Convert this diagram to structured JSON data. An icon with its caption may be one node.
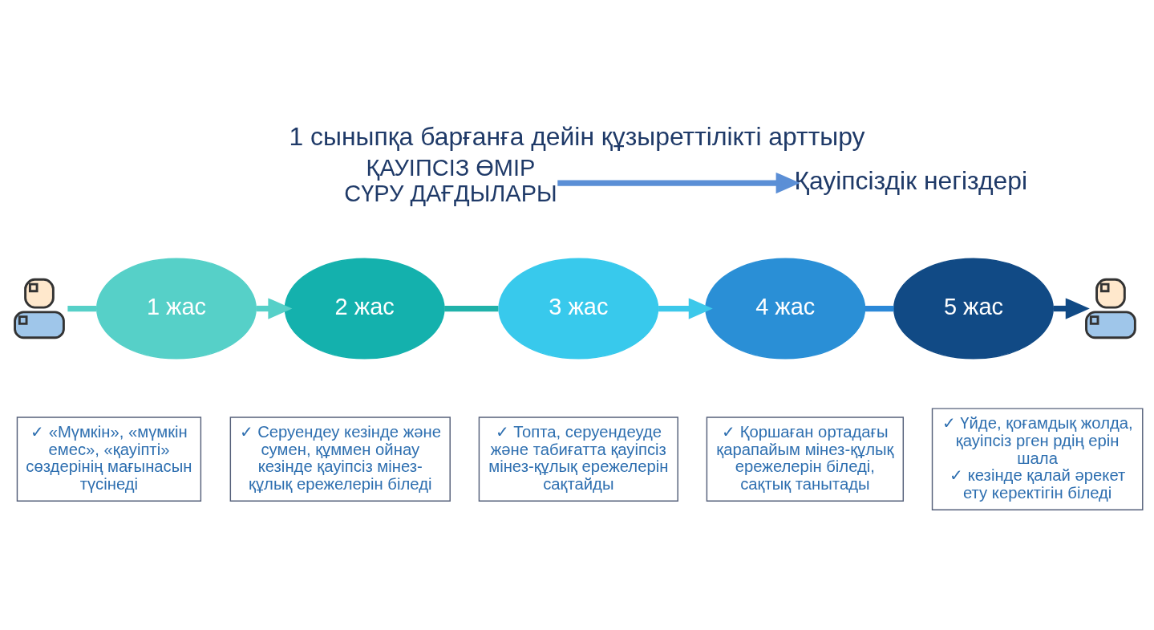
{
  "diagram": {
    "title": "1 сыныпқа барғанға дейін құзыреттілікті арттыру",
    "nodes": [
      {
        "text": [
          "ҚАУІПСІЗ ӨМІР СҮРУ ДАҒДЫЛАРЫ"
        ]
      },
      {
        "text": [
          "Қауіпсіздік негіздері"
        ]
      },
      {
        "text": [],
        "shape": "person"
      },
      {
        "text": [
          "1 жас"
        ]
      },
      {
        "text": [
          "2 жас"
        ]
      },
      {
        "text": [
          "3 жас"
        ]
      },
      {
        "text": [
          "4 жас"
        ]
      },
      {
        "text": [
          "5 жас"
        ]
      },
      {
        "text": [],
        "shape": "person"
      },
      {
        "text": [
          "✓ «Мүмкін», «мүмкін емес», «қауіпті» сөздерінің мағынасын түсінеді"
        ]
      },
      {
        "text": [
          "✓ Серуендеу кезінде және сумен, құммен ойнау кезінде қауіпсіз мінез-құлық ережелерін біледі"
        ]
      },
      {
        "text": [
          "✓ Топта, серуендеуде және табиғатта қауіпсіз мінез-құлық ережелерін сақтайды"
        ]
      },
      {
        "text": [
          "✓ Қоршаған ортадағы қарапайым мінез-құлық ережелерін біледі, сақтық танытады"
        ]
      },
      {
        "text": [
          "✓ Үйде, қоғамдық жолда, қауіпсіз рген рдің ерін шала",
          "✓ кезінде қалай әрекет ету керектігін біледі"
        ]
      }
    ],
    "edges": [
      {
        "from": 0,
        "to": 1,
        "arrow": "to",
        "color": "#5b8fd6"
      },
      {
        "from": 2,
        "to": 3,
        "arrow": "none",
        "color": "#56d0c8"
      },
      {
        "from": 3,
        "to": 4,
        "arrow": "to",
        "color": "#56d0c8"
      },
      {
        "from": 4,
        "to": 5,
        "arrow": "none",
        "color": "#20b2aa"
      },
      {
        "from": 5,
        "to": 6,
        "arrow": "to",
        "color": "#3cc8ea"
      },
      {
        "from": 6,
        "to": 7,
        "arrow": "none",
        "color": "#2b88d8"
      },
      {
        "from": 7,
        "to": 8,
        "arrow": "to",
        "color": "#114a85"
      }
    ]
  }
}
